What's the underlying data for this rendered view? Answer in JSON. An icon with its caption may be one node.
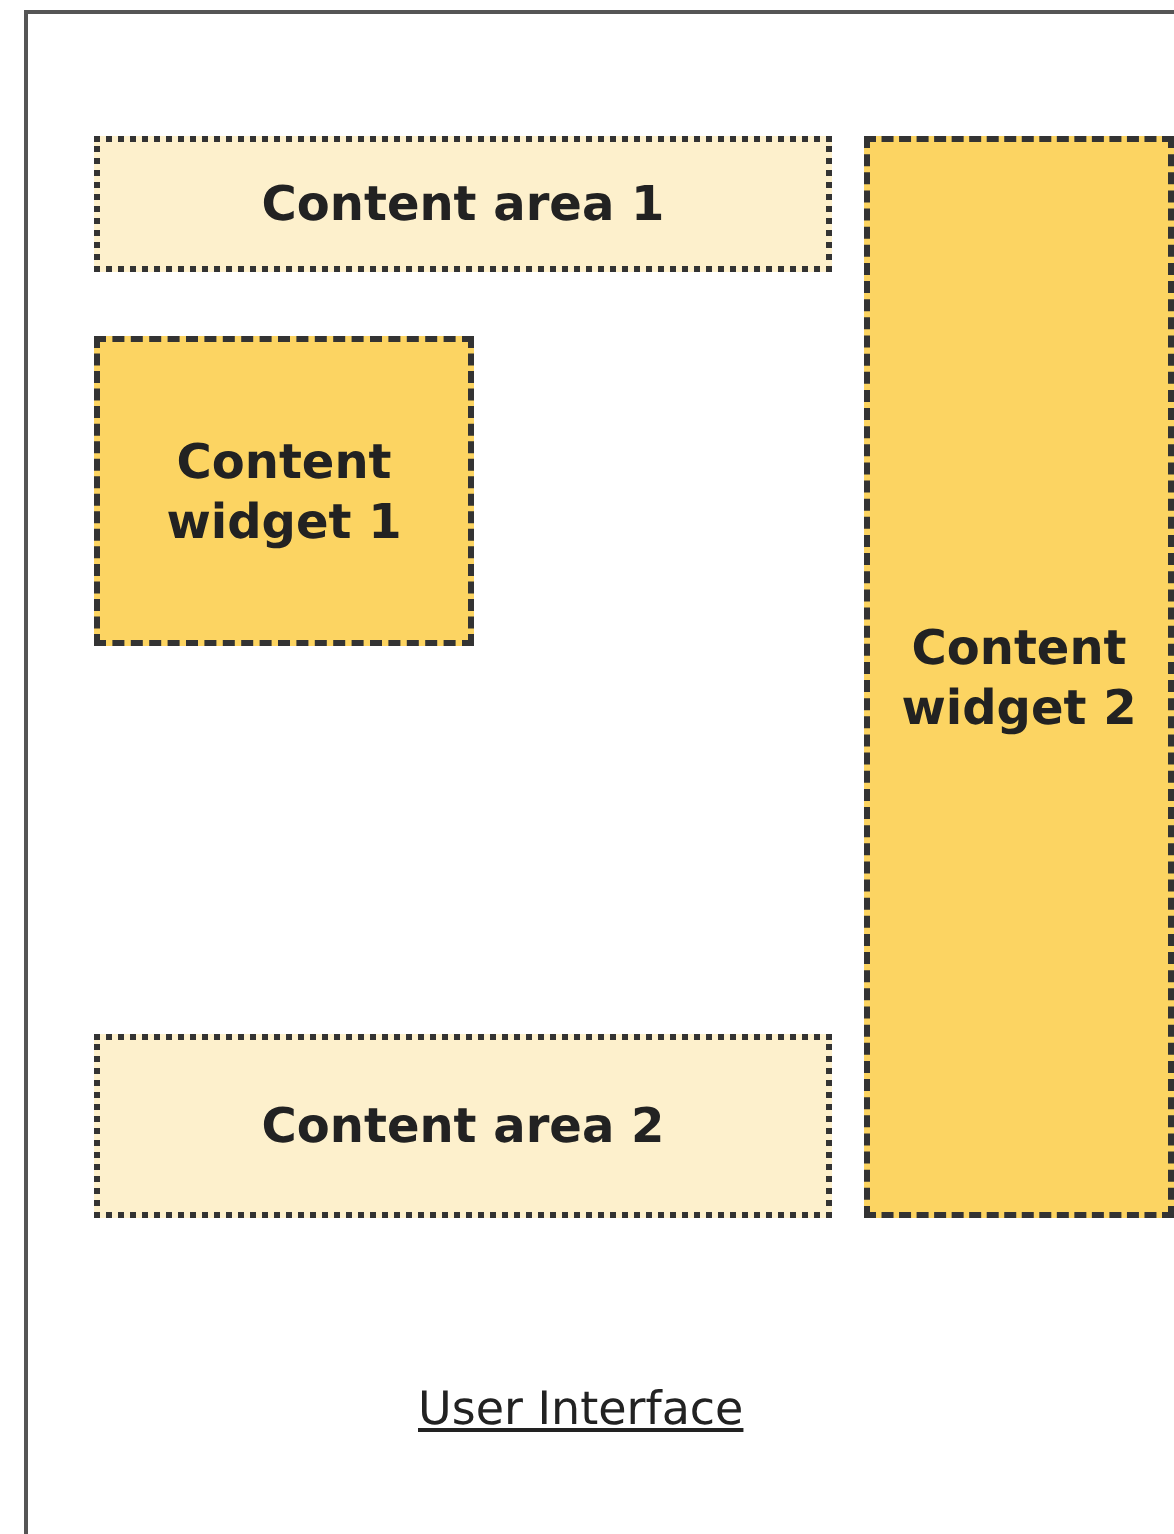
{
  "diagram": {
    "nodes": [
      {
        "text": [
          "User Interface"
        ]
      },
      {
        "text": [
          "Content area 1"
        ],
        "in": 0
      },
      {
        "text": [
          "Content widget 1"
        ],
        "in": 0
      },
      {
        "text": [
          "Content widget 2"
        ],
        "in": 0
      },
      {
        "text": [
          "Content area 2"
        ],
        "in": 0
      }
    ]
  }
}
